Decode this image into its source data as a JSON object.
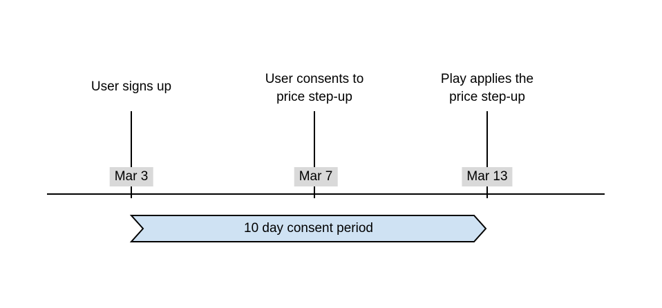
{
  "timeline": {
    "events": [
      {
        "title_lines": [
          "User signs up"
        ],
        "date": "Mar 3"
      },
      {
        "title_lines": [
          "User consents to",
          "price step-up"
        ],
        "date": "Mar 7"
      },
      {
        "title_lines": [
          "Play applies the",
          "price step-up"
        ],
        "date": "Mar 13"
      }
    ],
    "period": {
      "label": "10 day consent period",
      "start_date": "Mar 3",
      "end_date": "Mar 13"
    }
  },
  "colors": {
    "axis_line": "#000000",
    "tick_line": "#000000",
    "text": "#000000",
    "date_chip_bg": "#d9d9d9",
    "period_fill": "#cfe2f3",
    "period_stroke": "#000000",
    "background": "#ffffff"
  }
}
